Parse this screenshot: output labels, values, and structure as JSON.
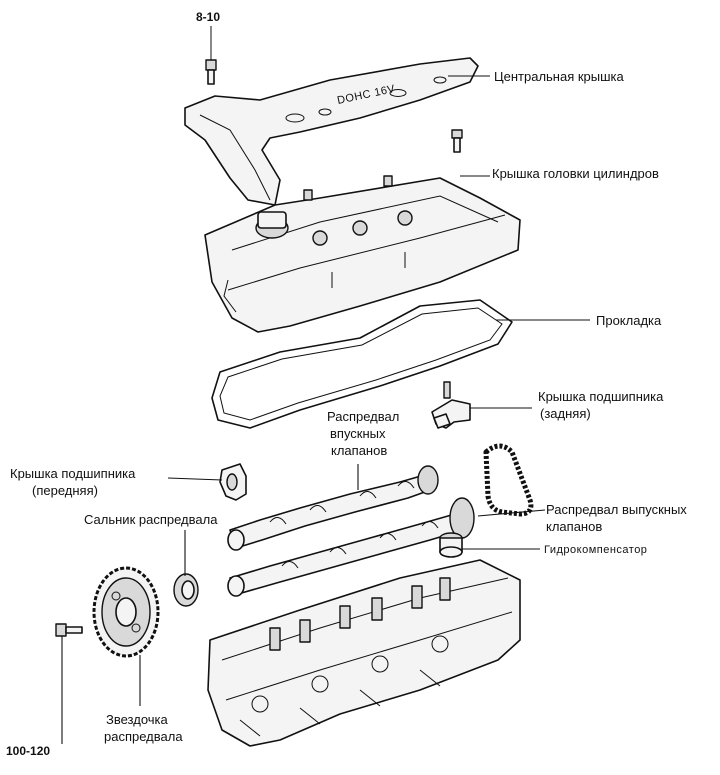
{
  "labels": {
    "torque_top": "8-10",
    "central_cover": "Центральная крышка",
    "cover_text": "DOHC 16V",
    "head_cover": "Крышка головки цилиндров",
    "gasket": "Прокладка",
    "bearing_cap_rear_1": "Крышка подшипника",
    "bearing_cap_rear_2": "(задняя)",
    "intake_cam_1": "Распредвал",
    "intake_cam_2": "впускных",
    "intake_cam_3": "клапанов",
    "bearing_cap_front_1": "Крышка подшипника",
    "bearing_cap_front_2": "(передняя)",
    "exhaust_cam_1": "Распредвал выпускных",
    "exhaust_cam_2": "клапанов",
    "cam_seal": "Сальник распредвала",
    "lifter": "Гидрокомпенсатор",
    "sprocket_1": "Звездочка",
    "sprocket_2": "распредвала",
    "torque_bottom": "100-120"
  }
}
